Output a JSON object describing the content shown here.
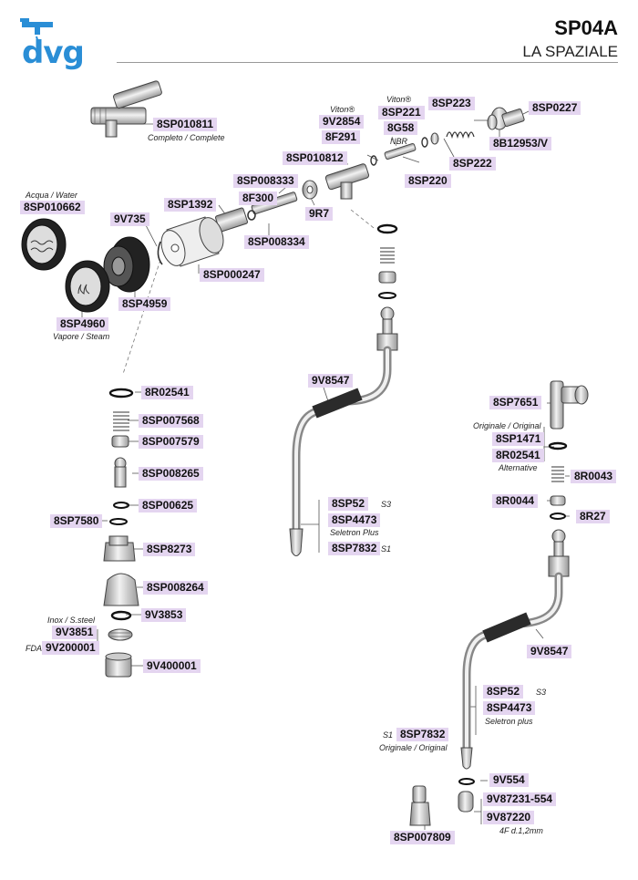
{
  "header": {
    "title": "SP04A",
    "subtitle": "LA SPAZIALE",
    "logo": "dvg"
  },
  "labels": {
    "sp010811": "8SP010811",
    "sp0227": "8SP0227",
    "sp223": "8SP223",
    "sp221": "8SP221",
    "g58": "8G58",
    "v2854": "9V2854",
    "f291": "8F291",
    "b12953": "8B12953/V",
    "sp222": "8SP222",
    "sp010812": "8SP010812",
    "sp220": "8SP220",
    "sp008333": "8SP008333",
    "f300": "8F300",
    "sp1392": "8SP1392",
    "r7": "9R7",
    "sp008334": "8SP008334",
    "sp010662": "8SP010662",
    "v735": "9V735",
    "sp000247": "8SP000247",
    "sp4959": "8SP4959",
    "sp4960": "8SP4960",
    "r02541_a": "8R02541",
    "sp007568": "8SP007568",
    "sp007579": "8SP007579",
    "sp008265": "8SP008265",
    "sp00625": "8SP00625",
    "sp7580": "8SP7580",
    "sp8273": "8SP8273",
    "sp008264": "8SP008264",
    "v3853": "9V3853",
    "v3851": "9V3851",
    "v200001": "9V200001",
    "v400001": "9V400001",
    "v8547_a": "9V8547",
    "sp52_a": "8SP52",
    "sp4473_a": "8SP4473",
    "sp7832_a": "8SP7832",
    "sp7651": "8SP7651",
    "sp1471": "8SP1471",
    "r02541_b": "8R02541",
    "r0043": "8R0043",
    "r0044": "8R0044",
    "r27": "8R27",
    "v8547_b": "9V8547",
    "sp52_b": "8SP52",
    "sp4473_b": "8SP4473",
    "sp7832_b": "8SP7832",
    "v554": "9V554",
    "v87231": "9V87231-554",
    "v87220": "9V87220",
    "sp007809": "8SP007809"
  },
  "captions": {
    "complete": "Completo / Complete",
    "viton1": "Viton®",
    "viton2": "Viton®",
    "nbr": "NBR",
    "water": "Acqua / Water",
    "steam": "Vapore / Steam",
    "inox": "Inox / S.steel",
    "fda": "FDA",
    "s3_a": "S3",
    "seletron_a": "Seletron Plus",
    "s1_a": "S1",
    "originale_a": "Originale / Original",
    "alternative": "Alternative",
    "s3_b": "S3",
    "seletron_b": "Seletron plus",
    "s1_b": "S1",
    "originale_b": "Originale / Original",
    "wire": "4F d.1,2mm"
  },
  "colors": {
    "label_bg": "#e4d5f0",
    "logo": "#2a8ed6",
    "hose_sleeve": "#2b2b2b"
  }
}
